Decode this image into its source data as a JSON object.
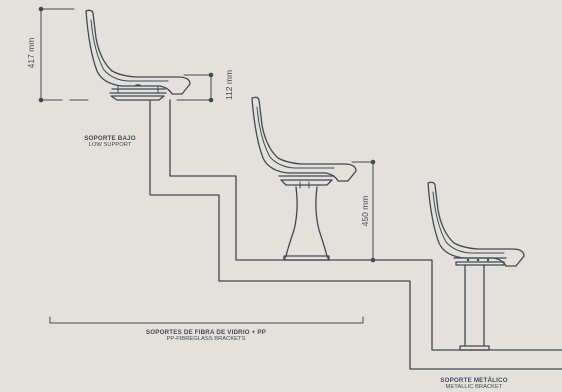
{
  "dimensions": {
    "height_seat_low": "417 mm",
    "height_support_low": "112 mm",
    "height_support_fibreglass": "450 mm"
  },
  "labels": {
    "low_support": {
      "title": "SOPORTE BAJO",
      "subtitle": "LOW SUPPORT"
    },
    "fibreglass": {
      "title": "SOPORTES DE FIBRA DE VIDRIO + PP",
      "subtitle": "PP-FIBREGLASS BRACKETS"
    },
    "metallic": {
      "title": "SOPORTE METÁLICO",
      "subtitle": "METALLIC BRACKET"
    }
  },
  "colors": {
    "background": "#e4e1dd",
    "line": "#3f4a52"
  }
}
